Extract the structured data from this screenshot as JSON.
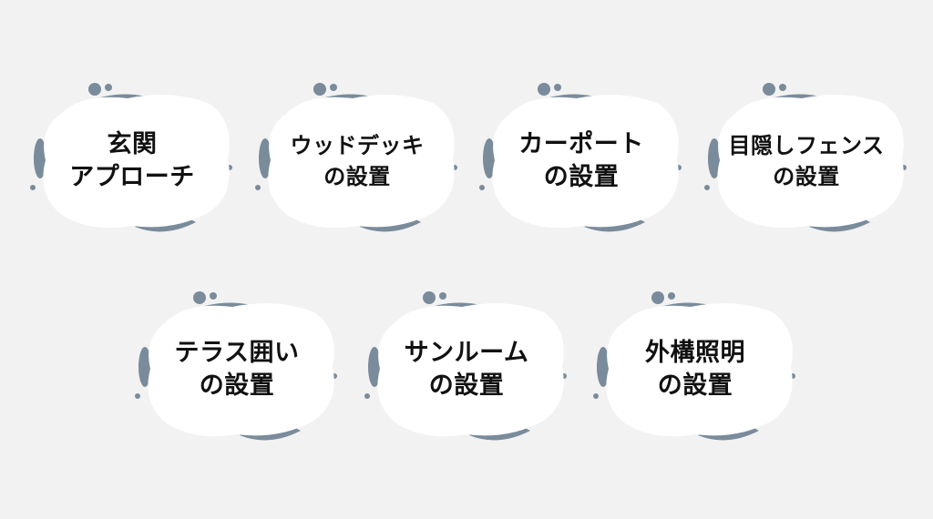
{
  "colors": {
    "background": "#f2f2f2",
    "blob_fill": "#ffffff",
    "accent": "#7a8b9b",
    "text": "#111111"
  },
  "items": [
    {
      "line1": "玄関",
      "line2": "アプローチ"
    },
    {
      "line1": "ウッドデッキ",
      "line2": "の設置"
    },
    {
      "line1": "カーポート",
      "line2": "の設置"
    },
    {
      "line1": "目隠しフェンス",
      "line2": "の設置"
    },
    {
      "line1": "テラス囲い",
      "line2": "の設置"
    },
    {
      "line1": "サンルーム",
      "line2": "の設置"
    },
    {
      "line1": "外構照明",
      "line2": "の設置"
    }
  ]
}
